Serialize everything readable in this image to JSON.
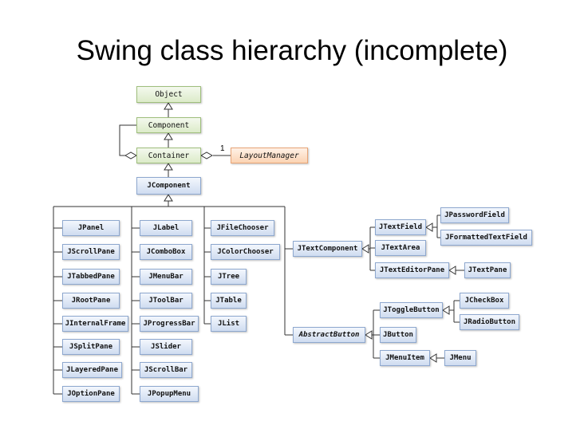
{
  "title": "Swing class hierarchy (incomplete)",
  "multiplicity": "1",
  "colors": {
    "core": "#dcebc9",
    "interface": "#fbd3b3",
    "swing": "#cfdcf0",
    "line": "#333333"
  },
  "nodes": {
    "object": "Object",
    "component": "Component",
    "container": "Container",
    "layout_manager": "LayoutManager",
    "jcomponent": "JComponent",
    "jpanel": "JPanel",
    "jscrollpane": "JScrollPane",
    "jtabbedpane": "JTabbedPane",
    "jrootpane": "JRootPane",
    "jinternalframe": "JInternalFrame",
    "jsplitpane": "JSplitPane",
    "jlayeredpane": "JLayeredPane",
    "joptionpane": "JOptionPane",
    "jlabel": "JLabel",
    "jcombobox": "JComboBox",
    "jmenubar": "JMenuBar",
    "jtoolbar": "JToolBar",
    "jprogressbar": "JProgressBar",
    "jslider": "JSlider",
    "jscrollbar": "JScrollBar",
    "jpopupmenu": "JPopupMenu",
    "jfilechooser": "JFileChooser",
    "jcolorchooser": "JColorChooser",
    "jtree": "JTree",
    "jtable": "JTable",
    "jlist": "JList",
    "jtextcomponent": "JTextComponent",
    "jtextfield": "JTextField",
    "jpasswordfield": "JPasswordField",
    "jformattedtextfield": "JFormattedTextField",
    "jtextarea": "JTextArea",
    "jtexteditorpane": "JTextEditorPane",
    "jtextpane": "JTextPane",
    "abstractbutton": "AbstractButton",
    "jtogglebutton": "JToggleButton",
    "jcheckbox": "JCheckBox",
    "jradiobutton": "JRadioButton",
    "jbutton": "JButton",
    "jmenuitem": "JMenuItem",
    "jmenu": "JMenu"
  }
}
